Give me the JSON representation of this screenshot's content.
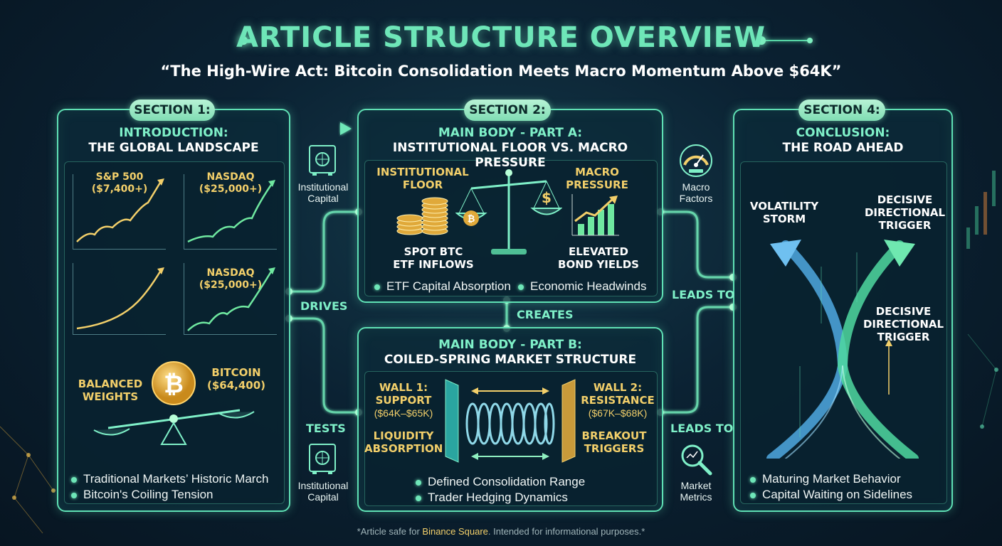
{
  "header": {
    "title": "ARTICLE STRUCTURE OVERVIEW",
    "subtitle": "“The High-Wire Act: Bitcoin Consolidation Meets Macro Momentum Above $64K”"
  },
  "section1": {
    "pill": "SECTION 1:",
    "title_l1": "INTRODUCTION:",
    "title_l2": "THE GLOBAL LANDSCAPE",
    "chart1_l1": "S&P 500",
    "chart1_l2": "($7,400+)",
    "chart2_l1": "NASDAQ",
    "chart2_l2": "($25,000+)",
    "chart4_l1": "NASDAQ",
    "chart4_l2": "($25,000+)",
    "balanced_l1": "BALANCED",
    "balanced_l2": "WEIGHTS",
    "bitcoin_l1": "BITCOIN",
    "bitcoin_l2": "($64,400)",
    "bullets": [
      "Traditional Markets’ Historic March",
      "Bitcoin's Coiling Tension"
    ]
  },
  "section2": {
    "pill": "SECTION 2:",
    "title_l1": "MAIN BODY - PART A:",
    "title_l2": "INSTITUTIONAL FLOOR VS. MACRO PRESSURE",
    "floor_l1": "INSTITUTIONAL",
    "floor_l2": "FLOOR",
    "pressure_l1": "MACRO",
    "pressure_l2": "PRESSURE",
    "etf_l1": "SPOT BTC",
    "etf_l2": "ETF INFLOWS",
    "yields_l1": "ELEVATED",
    "yields_l2": "BOND YIELDS",
    "bullets": [
      "ETF Capital Absorption",
      "Economic Headwinds"
    ]
  },
  "section3": {
    "title_l1": "MAIN BODY - PART B:",
    "title_l2": "COILED-SPRING MARKET STRUCTURE",
    "wall1_l1": "WALL 1:",
    "wall1_l2": "SUPPORT",
    "wall1_l3": "($64K–$65K)",
    "wall2_l1": "WALL 2:",
    "wall2_l2": "RESISTANCE",
    "wall2_l3": "($67K–$68K)",
    "liq_l1": "LIQUIDITY",
    "liq_l2": "ABSORPTION",
    "break_l1": "BREAKOUT",
    "break_l2": "TRIGGERS",
    "bullets": [
      "Defined Consolidation Range",
      "Trader Hedging Dynamics"
    ]
  },
  "section4": {
    "pill": "SECTION 4:",
    "title_l1": "CONCLUSION:",
    "title_l2": "THE ROAD AHEAD",
    "vol_l1": "VOLATILITY",
    "vol_l2": "STORM",
    "trig1_l1": "DECISIVE",
    "trig1_l2": "DIRECTIONAL",
    "trig1_l3": "TRIGGER",
    "trig2_l1": "DECISIVE",
    "trig2_l2": "DIRECTIONAL",
    "trig2_l3": "TRIGGER",
    "bullets": [
      "Maturing Market Behavior",
      "Capital Waiting on Sidelines"
    ]
  },
  "connectors": {
    "drives": "DRIVES",
    "tests": "TESTS",
    "creates": "CREATES",
    "leads_to_1": "LEADS TO",
    "leads_to_2": "LEADS TO",
    "inst_cap_1_l1": "Institutional",
    "inst_cap_1_l2": "Capital",
    "inst_cap_2_l1": "Institutional",
    "inst_cap_2_l2": "Capital",
    "macro_l1": "Macro",
    "macro_l2": "Factors",
    "metrics_l1": "Market",
    "metrics_l2": "Metrics"
  },
  "footer": {
    "pre": "*Article safe for ",
    "highlight": "Binance Square",
    "post": ". Intended for informational purposes.*"
  },
  "icons": [
    "vault-icon",
    "gauge-icon",
    "magnifier-icon",
    "bitcoin-coin-icon",
    "balance-scale-icon",
    "coin-stack-icon",
    "bar-chart-icon",
    "spring-icon",
    "diverging-arrows-icon"
  ],
  "colors": {
    "accent": "#5fe0b4",
    "gold": "#f2cf6a",
    "background": "#0b2233"
  }
}
